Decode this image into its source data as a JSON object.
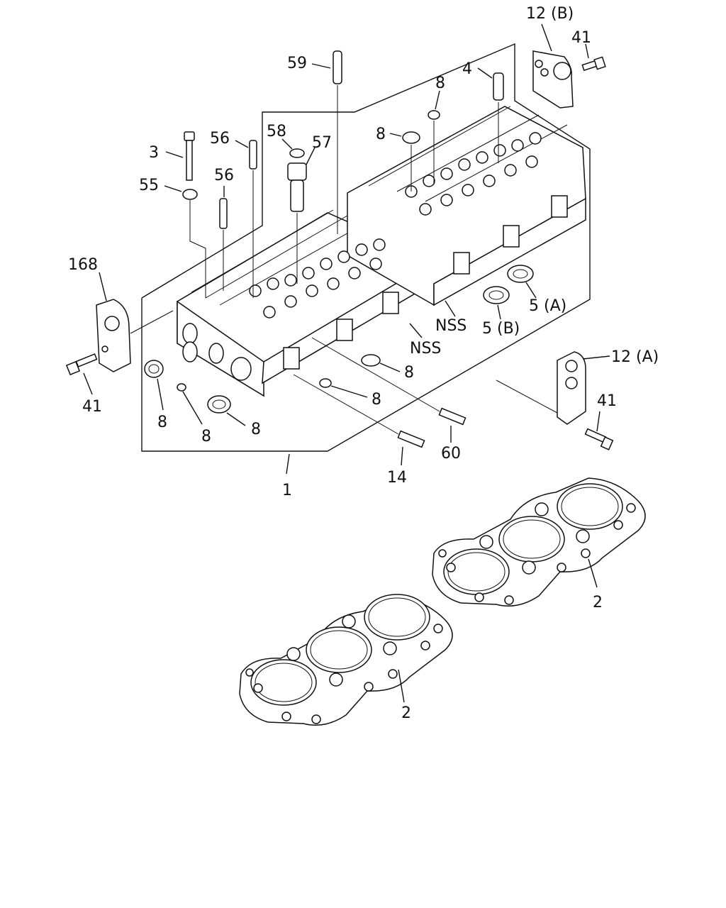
{
  "callouts": [
    {
      "id": "c-59",
      "text": "59"
    },
    {
      "id": "c-4",
      "text": "4"
    },
    {
      "id": "c-12b",
      "text": "12 (B)"
    },
    {
      "id": "c-41-top",
      "text": "41"
    },
    {
      "id": "c-8-a",
      "text": "8"
    },
    {
      "id": "c-8-b",
      "text": "8"
    },
    {
      "id": "c-58",
      "text": "58"
    },
    {
      "id": "c-57",
      "text": "57"
    },
    {
      "id": "c-56-a",
      "text": "56"
    },
    {
      "id": "c-56-b",
      "text": "56"
    },
    {
      "id": "c-3",
      "text": "3"
    },
    {
      "id": "c-55",
      "text": "55"
    },
    {
      "id": "c-168",
      "text": "168"
    },
    {
      "id": "c-nss-a",
      "text": "NSS"
    },
    {
      "id": "c-nss-b",
      "text": "NSS"
    },
    {
      "id": "c-5a",
      "text": "5 (A)"
    },
    {
      "id": "c-5b",
      "text": "5 (B)"
    },
    {
      "id": "c-12a",
      "text": "12 (A)"
    },
    {
      "id": "c-41-left",
      "text": "41"
    },
    {
      "id": "c-41-right",
      "text": "41"
    },
    {
      "id": "c-8-c",
      "text": "8"
    },
    {
      "id": "c-8-d",
      "text": "8"
    },
    {
      "id": "c-8-e",
      "text": "8"
    },
    {
      "id": "c-8-f",
      "text": "8"
    },
    {
      "id": "c-8-g",
      "text": "8"
    },
    {
      "id": "c-60",
      "text": "60"
    },
    {
      "id": "c-14",
      "text": "14"
    },
    {
      "id": "c-1",
      "text": "1"
    },
    {
      "id": "c-2-a",
      "text": "2"
    },
    {
      "id": "c-2-b",
      "text": "2"
    }
  ]
}
